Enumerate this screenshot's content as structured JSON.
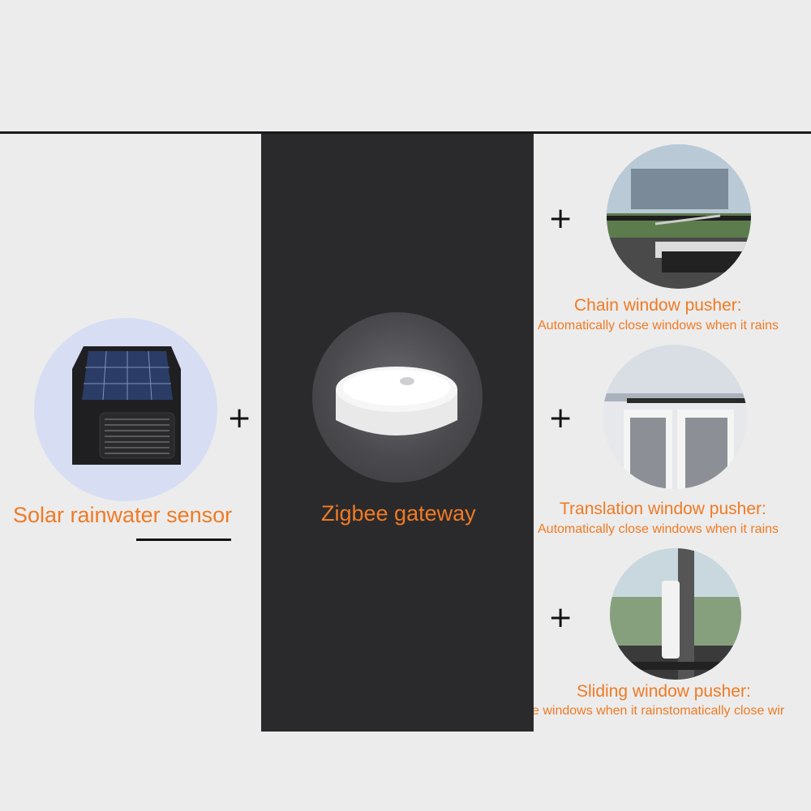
{
  "sensor": {
    "label": "Solar rainwater sensor",
    "icon": "solar-rain-sensor-icon"
  },
  "gateway": {
    "label": "Zigbee gateway",
    "icon": "zigbee-gateway-icon"
  },
  "plus": "+",
  "pushers": [
    {
      "title": "Chain window pusher:",
      "subtitle": "Automatically close windows when it rains",
      "icon": "chain-window-pusher-photo"
    },
    {
      "title": "Translation window pusher:",
      "subtitle": "Automatically close windows when it rains",
      "icon": "translation-window-pusher-photo"
    },
    {
      "title": "Sliding window pusher:",
      "subtitle": "e windows when it rainstomatically close wir",
      "icon": "sliding-window-pusher-photo"
    }
  ],
  "colors": {
    "accent": "#f07a24",
    "panel": "#2a2a2c",
    "background": "#ececec"
  }
}
